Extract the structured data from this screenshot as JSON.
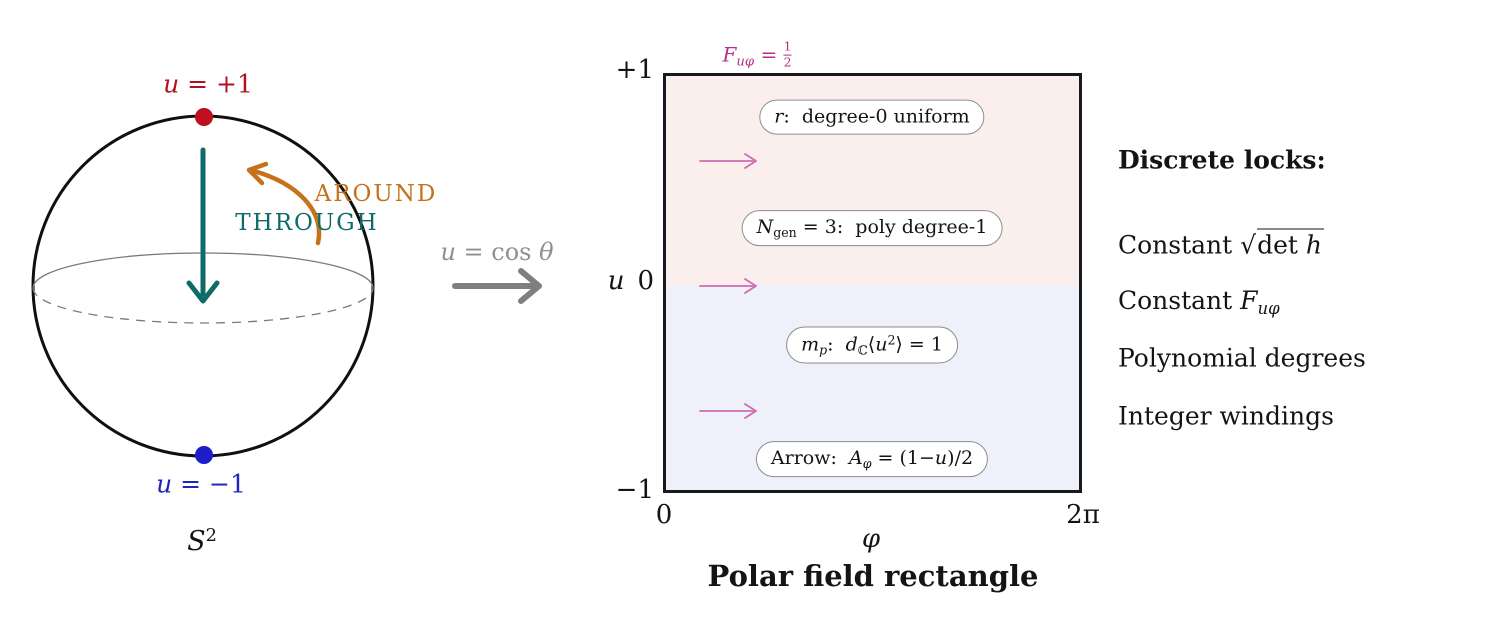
{
  "colors": {
    "north": "#b01120",
    "north_dot": "#bf0e1c",
    "south": "#2323bd",
    "south_dot": "#1d1dca",
    "through": "#0f6a6a",
    "around": "#c4731c",
    "sphere_outline": "#101010",
    "equator": "#7a7a7a",
    "map_arrow": "#7f7f7f",
    "map_label": "#8f8f8f",
    "flux": "#b23189",
    "plot_border": "#18181e",
    "region_top": "#fbefee",
    "region_bottom": "#eef0fa",
    "field_arrow": "#d06cae",
    "box_border": "#8c8c8c",
    "text": "#141414"
  },
  "sphere": {
    "north_label": [
      {
        "t": "u",
        "k": "i"
      },
      {
        "t": " = +1"
      }
    ],
    "south_label": [
      {
        "t": "u",
        "k": "i"
      },
      {
        "t": " = −1"
      }
    ],
    "around_label": "AROUND",
    "through_label": "THROUGH",
    "caption": [
      {
        "t": "S",
        "k": "i"
      },
      {
        "t": "2",
        "k": "sup"
      }
    ]
  },
  "map_arrow": {
    "label": [
      {
        "t": "u",
        "k": "i"
      },
      {
        "t": " = cos "
      },
      {
        "t": "θ",
        "k": "i"
      }
    ]
  },
  "plot": {
    "flux_label": [
      {
        "t": "F",
        "k": "i"
      },
      {
        "t": "uφ",
        "k": "subi"
      },
      {
        "t": " = "
      },
      {
        "t": "1/2",
        "k": "frac"
      }
    ],
    "y_axis_label": [
      {
        "t": "u",
        "k": "i"
      }
    ],
    "yticks": {
      "top": "+1",
      "mid": "0",
      "bottom": "−1"
    },
    "xticks": {
      "left": "0",
      "right": "2π"
    },
    "xlabel": [
      {
        "t": "φ",
        "k": "i"
      }
    ],
    "title": "Polar field rectangle",
    "boxes": [
      {
        "label": [
          {
            "t": "r",
            "k": "i"
          },
          {
            "t": ":  degree-0 uniform"
          }
        ]
      },
      {
        "label": [
          {
            "t": "N",
            "k": "i"
          },
          {
            "t": "gen",
            "k": "sub"
          },
          {
            "t": " = 3:  poly degree-1"
          }
        ]
      },
      {
        "label": [
          {
            "t": "m",
            "k": "i"
          },
          {
            "t": "p",
            "k": "subi"
          },
          {
            "t": ":  "
          },
          {
            "t": "d",
            "k": "i"
          },
          {
            "t": "ℂ",
            "k": "sub"
          },
          {
            "t": "⟨"
          },
          {
            "t": "u",
            "k": "i"
          },
          {
            "t": "2",
            "k": "sup"
          },
          {
            "t": "⟩ = 1"
          }
        ]
      },
      {
        "label": [
          {
            "t": "Arrow:  "
          },
          {
            "t": "A",
            "k": "i"
          },
          {
            "t": "φ",
            "k": "subi"
          },
          {
            "t": " = (1−"
          },
          {
            "t": "u",
            "k": "i"
          },
          {
            "t": ")/2"
          }
        ]
      }
    ]
  },
  "locks": {
    "heading": "Discrete locks:",
    "items": [
      {
        "label": [
          {
            "t": "Constant "
          },
          {
            "t": "√",
            "k": "rad"
          },
          {
            "t": "det ",
            "k": "ovl"
          },
          {
            "t": "h",
            "k": "ovli"
          }
        ]
      },
      {
        "label": [
          {
            "t": "Constant "
          },
          {
            "t": "F",
            "k": "i"
          },
          {
            "t": "uφ",
            "k": "subi"
          }
        ]
      },
      {
        "label": [
          {
            "t": "Polynomial degrees"
          }
        ]
      },
      {
        "label": [
          {
            "t": "Integer windings"
          }
        ]
      }
    ]
  }
}
